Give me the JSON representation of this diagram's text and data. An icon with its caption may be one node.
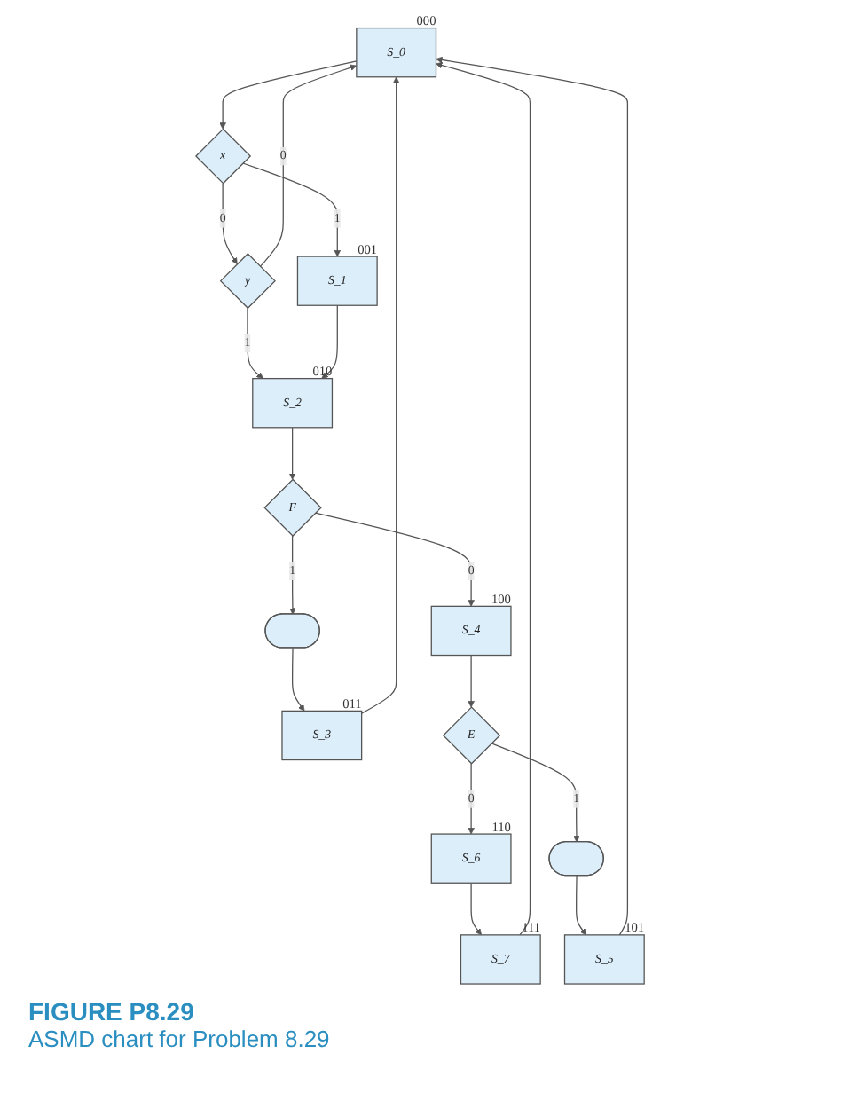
{
  "diagram": {
    "title": "FIGURE P8.29",
    "caption": "ASMD chart for Problem 8.29",
    "nodes": [
      {
        "text": [
          "S_0"
        ],
        "beside": [
          "000"
        ]
      },
      {
        "text": [
          "x"
        ]
      },
      {
        "text": [
          "y"
        ]
      },
      {
        "text": [
          "S_1"
        ],
        "beside": [
          "001"
        ]
      },
      {
        "text": [
          "S_2"
        ],
        "beside": [
          "010"
        ]
      },
      {
        "text": [
          "F"
        ]
      },
      {
        "text": [
          "S_4"
        ],
        "beside": [
          "100"
        ]
      },
      {
        "text": [],
        "shape": "oval"
      },
      {
        "text": [
          "S_3"
        ],
        "beside": [
          "011"
        ]
      },
      {
        "text": [
          "E"
        ]
      },
      {
        "text": [],
        "shape": "oval"
      },
      {
        "text": [
          "S_6"
        ],
        "beside": [
          "110"
        ]
      },
      {
        "text": [
          "S_7"
        ],
        "beside": [
          "111"
        ]
      },
      {
        "text": [
          "S_5"
        ],
        "beside": [
          "101"
        ]
      }
    ],
    "edges": [
      {
        "from": 0,
        "to": 1,
        "arrow": "to"
      },
      {
        "from": 1,
        "to": 2,
        "arrow": "to",
        "label": "0"
      },
      {
        "from": 1,
        "to": 3,
        "arrow": "to",
        "label": "1"
      },
      {
        "from": 2,
        "to": 0,
        "arrow": "to",
        "label": "0"
      },
      {
        "from": 2,
        "to": 4,
        "arrow": "to",
        "label": "1"
      },
      {
        "from": 3,
        "to": 4,
        "arrow": "to"
      },
      {
        "from": 4,
        "to": 5,
        "arrow": "to"
      },
      {
        "from": 5,
        "to": 6,
        "arrow": "to",
        "label": "0"
      },
      {
        "from": 5,
        "to": 7,
        "arrow": "to",
        "label": "1"
      },
      {
        "from": 7,
        "to": 8,
        "arrow": "to"
      },
      {
        "from": 6,
        "to": 9,
        "arrow": "to"
      },
      {
        "from": 9,
        "to": 11,
        "arrow": "to",
        "label": "0"
      },
      {
        "from": 9,
        "to": 10,
        "arrow": "to",
        "label": "1"
      },
      {
        "from": 11,
        "to": 12,
        "arrow": "to"
      },
      {
        "from": 10,
        "to": 13,
        "arrow": "to"
      },
      {
        "from": 12,
        "to": 0,
        "arrow": "to"
      },
      {
        "from": 13,
        "to": 0,
        "arrow": "to"
      },
      {
        "from": 8,
        "to": 0,
        "arrow": "to"
      }
    ]
  }
}
